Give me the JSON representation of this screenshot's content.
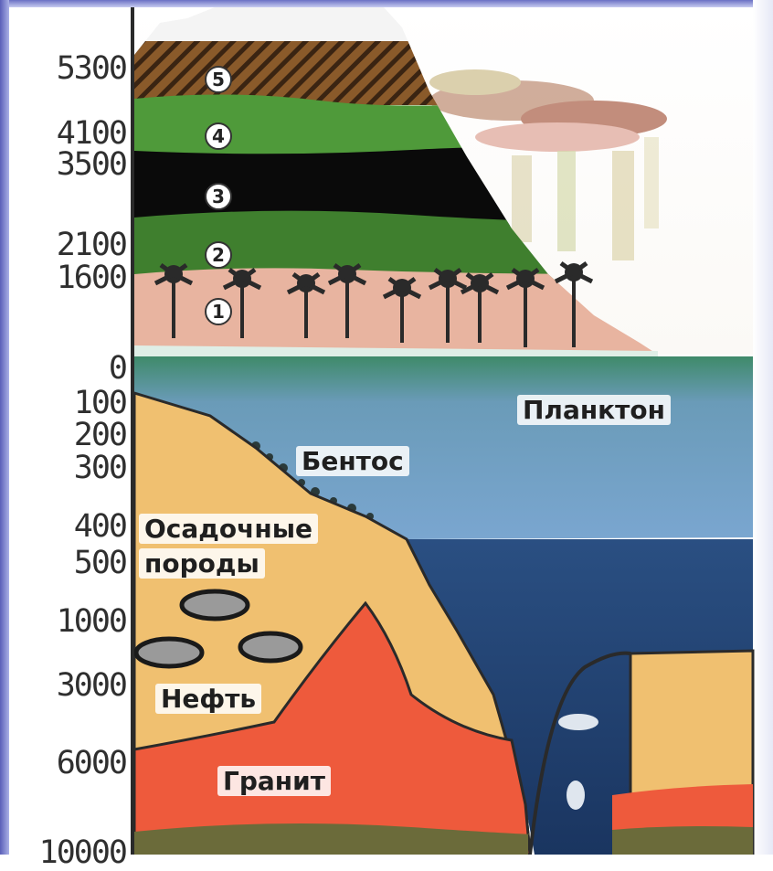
{
  "axis": {
    "ticks": [
      "5300",
      "4100",
      "3500",
      "2100",
      "1600",
      "0",
      "100",
      "200",
      "300",
      "400",
      "500",
      "1000",
      "3000",
      "6000",
      "10000"
    ]
  },
  "zones": [
    "1",
    "2",
    "3",
    "4",
    "5"
  ],
  "labels": {
    "plankton": "Планктон",
    "benthos": "Бентос",
    "sedimentary_line1": "Осадочные",
    "sedimentary_line2": "породы",
    "oil": "Нефть",
    "granite": "Гранит"
  },
  "colors": {
    "frame": "#5a5fb8",
    "snow": "#f4f4f4",
    "belt5": "#8a5a2a",
    "belt4": "#4f9a3a",
    "belt3": "#0a0a0a",
    "belt2": "#3f7f2e",
    "belt1": "#e8b4a0",
    "ocean_shallow": "#6a9bc8",
    "ocean_deep": "#28507f",
    "sediment": "#f0c070",
    "granite": "#ee5a3c",
    "mantle": "#6b6b3a",
    "oil": "#9a9a9a"
  }
}
